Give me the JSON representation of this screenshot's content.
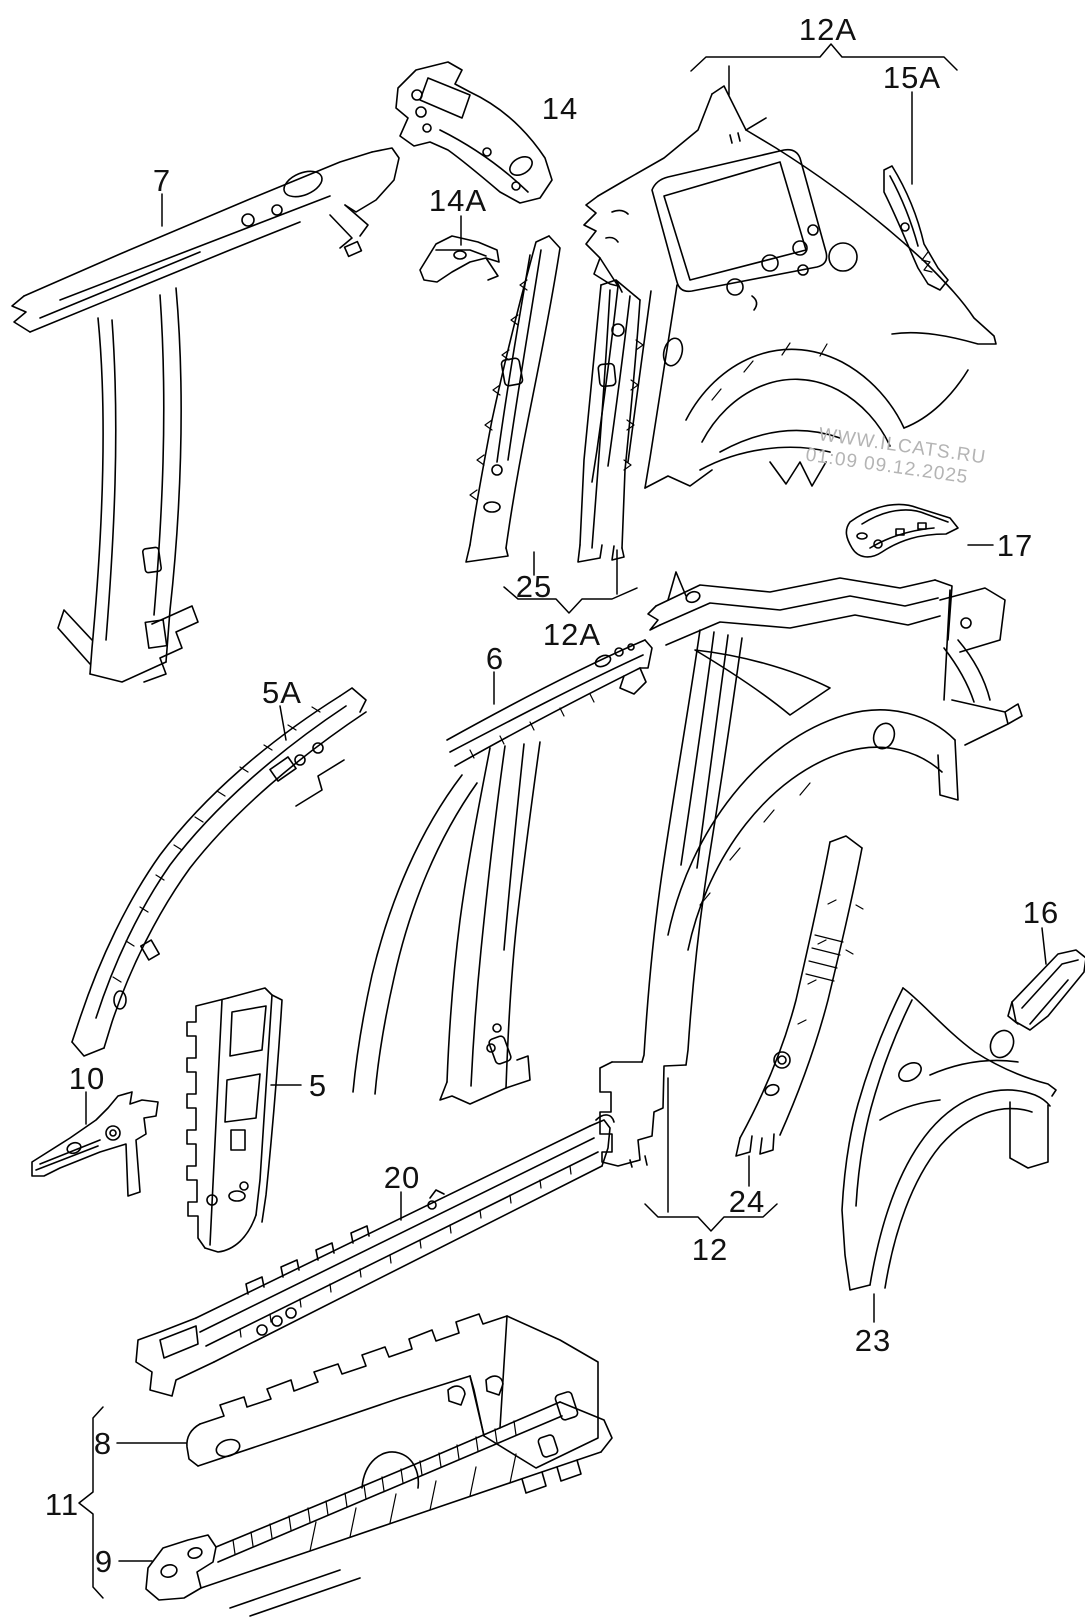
{
  "document": {
    "kind": "car-body-parts-catalog-diagram",
    "watermark": {
      "line1": "WWW.ILCATS.RU",
      "line2": "01:09 09.12.2025"
    }
  },
  "colors": {
    "line": "#000000",
    "label": "#111111",
    "watermark": "#b4b4b4",
    "background": "#ffffff"
  },
  "callouts": [
    {
      "id": "group-12a-top",
      "text": "12A"
    },
    {
      "id": "15a",
      "text": "15A"
    },
    {
      "id": "14",
      "text": "14"
    },
    {
      "id": "14a",
      "text": "14A"
    },
    {
      "id": "7",
      "text": "7"
    },
    {
      "id": "17",
      "text": "17"
    },
    {
      "id": "25",
      "text": "25"
    },
    {
      "id": "group-12a-mid",
      "text": "12A"
    },
    {
      "id": "5a",
      "text": "5A"
    },
    {
      "id": "6",
      "text": "6"
    },
    {
      "id": "16",
      "text": "16"
    },
    {
      "id": "10",
      "text": "10"
    },
    {
      "id": "5",
      "text": "5"
    },
    {
      "id": "20",
      "text": "20"
    },
    {
      "id": "24",
      "text": "24"
    },
    {
      "id": "group-12",
      "text": "12"
    },
    {
      "id": "23",
      "text": "23"
    },
    {
      "id": "8",
      "text": "8"
    },
    {
      "id": "group-11",
      "text": "11"
    },
    {
      "id": "9",
      "text": "9"
    }
  ]
}
